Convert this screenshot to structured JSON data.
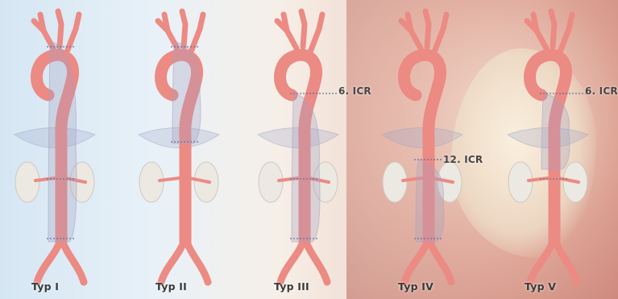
{
  "types": [
    {
      "label": "Typ I"
    },
    {
      "label": "Typ II"
    },
    {
      "label": "Typ III",
      "icr_label": "6. ICR"
    },
    {
      "label": "Typ IV",
      "icr_label": "12. ICR"
    },
    {
      "label": "Typ V",
      "icr_label": "6. ICR"
    }
  ],
  "colors": {
    "aorta": "#ec8a84",
    "aorta_dark": "#dd6f69",
    "dissection": "#a6a2c2",
    "kidney": "#ece8e2",
    "diaphragm": "#9fa7c9",
    "marker": "#6b6f98"
  }
}
